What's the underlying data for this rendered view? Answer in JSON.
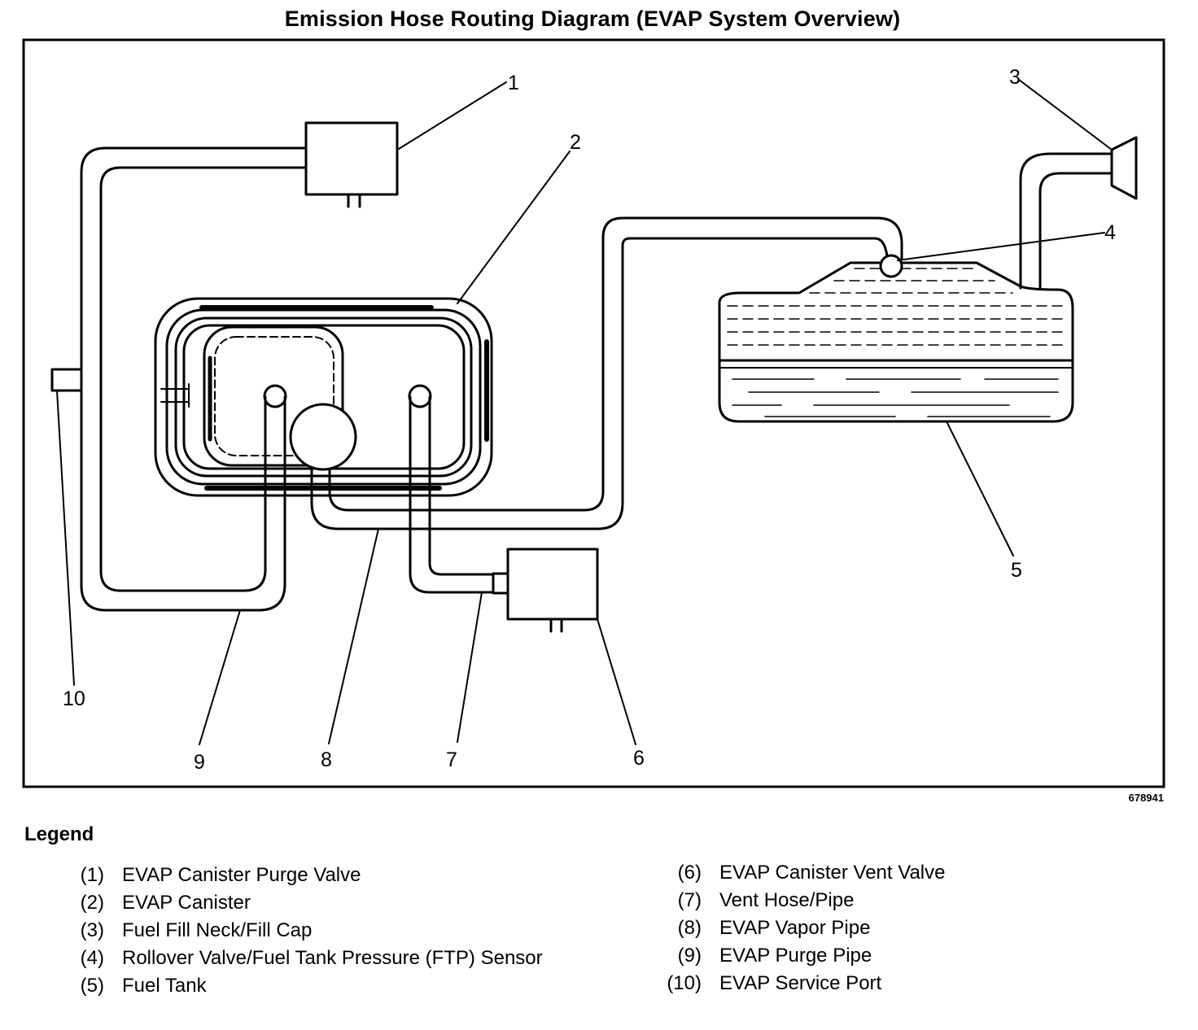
{
  "title": "Emission Hose Routing Diagram (EVAP System Overview)",
  "figure_number": "678941",
  "callouts": {
    "c1": "1",
    "c2": "2",
    "c3": "3",
    "c4": "4",
    "c5": "5",
    "c6": "6",
    "c7": "7",
    "c8": "8",
    "c9": "9",
    "c10": "10"
  },
  "legend": {
    "heading": "Legend",
    "left": [
      {
        "key": "(1)",
        "label": "EVAP Canister Purge Valve"
      },
      {
        "key": "(2)",
        "label": "EVAP Canister"
      },
      {
        "key": "(3)",
        "label": "Fuel Fill Neck/Fill Cap"
      },
      {
        "key": "(4)",
        "label": "Rollover Valve/Fuel Tank Pressure (FTP) Sensor"
      },
      {
        "key": "(5)",
        "label": "Fuel Tank"
      }
    ],
    "right": [
      {
        "key": "(6)",
        "label": "EVAP Canister Vent Valve"
      },
      {
        "key": "(7)",
        "label": "Vent Hose/Pipe"
      },
      {
        "key": "(8)",
        "label": "EVAP Vapor Pipe"
      },
      {
        "key": "(9)",
        "label": "EVAP Purge Pipe"
      },
      {
        "key": "(10)",
        "label": "EVAP Service Port"
      }
    ]
  }
}
